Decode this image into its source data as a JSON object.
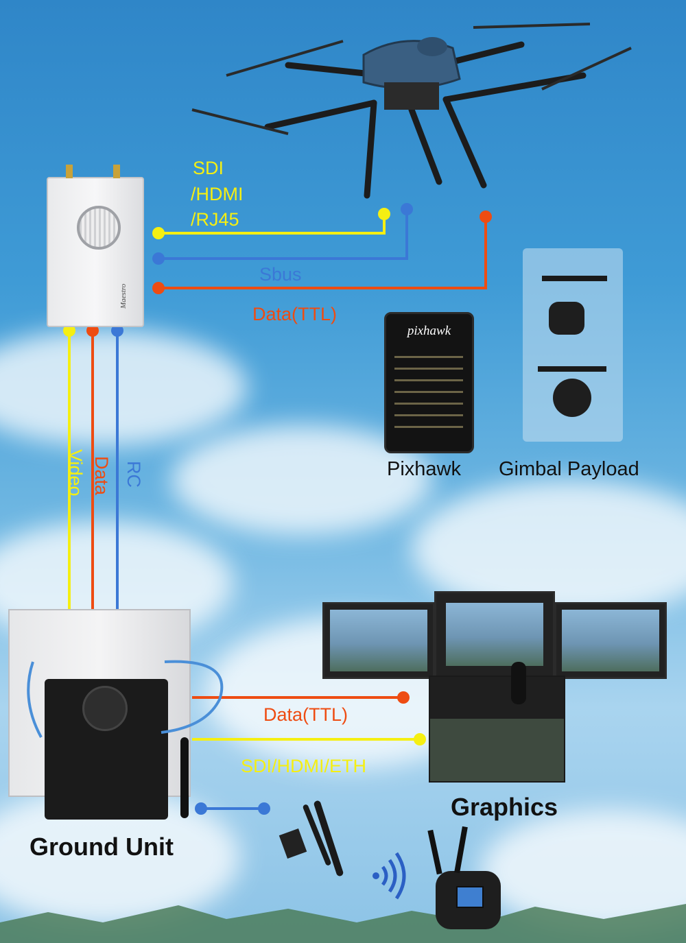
{
  "device_branding": "Maestro",
  "labels": {
    "sdi": "SDI",
    "hdmi": "/HDMI",
    "rj45": "/RJ45",
    "sbus": "Sbus",
    "data_ttl_top": "Data(TTL)",
    "pixhawk": "Pixhawk",
    "gimbal": "Gimbal Payload",
    "video": "Video",
    "data": "Data",
    "rc": "RC",
    "data_ttl_bottom": "Data(TTL)",
    "sdi_hdmi_eth": "SDI/HDMI/ETH",
    "graphics": "Graphics",
    "ground_unit": "Ground Unit"
  },
  "pixhawk_logo": "pixhawk",
  "colors": {
    "yellow": "#f5ef12",
    "blue": "#3b78d6",
    "red": "#ee4c12"
  }
}
